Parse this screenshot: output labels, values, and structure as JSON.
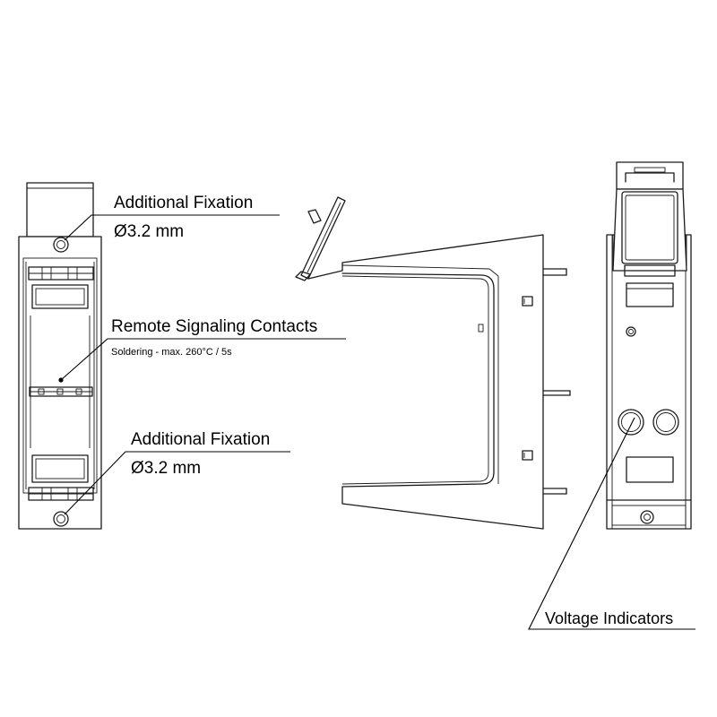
{
  "callouts": {
    "top_fixation": {
      "title": "Additional Fixation",
      "diameter": "Ø3.2 mm"
    },
    "signaling": {
      "title": "Remote Signaling Contacts",
      "note": "Soldering - max. 260°C / 5s"
    },
    "bottom_fixation": {
      "title": "Additional Fixation",
      "diameter": "Ø3.2 mm"
    },
    "voltage": {
      "title": "Voltage Indicators"
    }
  }
}
